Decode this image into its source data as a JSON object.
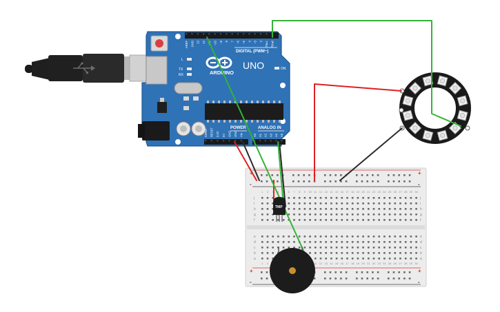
{
  "colors": {
    "board": "#2f72b6",
    "board_dark": "#1f5a96",
    "breadboard": "#ececec",
    "wire_red": "#e02020",
    "wire_black": "#2a2a2a",
    "wire_green": "#35b335",
    "neopixel": "#1a1a1a",
    "buzzer": "#1c1c1c",
    "buzzer_center": "#c8902c"
  },
  "arduino": {
    "brand": "ARDUINO",
    "model": "UNO",
    "digital_header": "DIGITAL (PWM~)",
    "power_header": "POWER",
    "analog_header": "ANALOG IN",
    "on_label": "ON",
    "led_l": "L",
    "led_tx": "TX",
    "led_rx": "RX",
    "digital_pins": [
      "AREF",
      "GND",
      "13",
      "12",
      "~11",
      "~10",
      "~9",
      "8",
      "7",
      "~6",
      "~5",
      "4",
      "~3",
      "2",
      "TX▸1",
      "RX◂0"
    ],
    "power_pins": [
      "IOREF",
      "RESET",
      "3.3V",
      "5V",
      "GND",
      "GND",
      "Vin"
    ],
    "analog_pins": [
      "A0",
      "A1",
      "A2",
      "A3",
      "A4",
      "A5"
    ]
  },
  "sensor": {
    "label": "TMP"
  },
  "breadboard": {
    "rail_plus": "+",
    "rail_minus": "-",
    "row_letters_top": [
      "j",
      "i",
      "h",
      "g",
      "f"
    ],
    "row_letters_bottom": [
      "e",
      "d",
      "c",
      "b",
      "a"
    ],
    "column_numbers": [
      "1",
      "2",
      "3",
      "4",
      "5",
      "6",
      "7",
      "8",
      "9",
      "10",
      "11",
      "12",
      "13",
      "14",
      "15",
      "16",
      "17",
      "18",
      "19",
      "20",
      "21",
      "22",
      "23",
      "24",
      "25",
      "26",
      "27",
      "28",
      "29",
      "30"
    ]
  }
}
